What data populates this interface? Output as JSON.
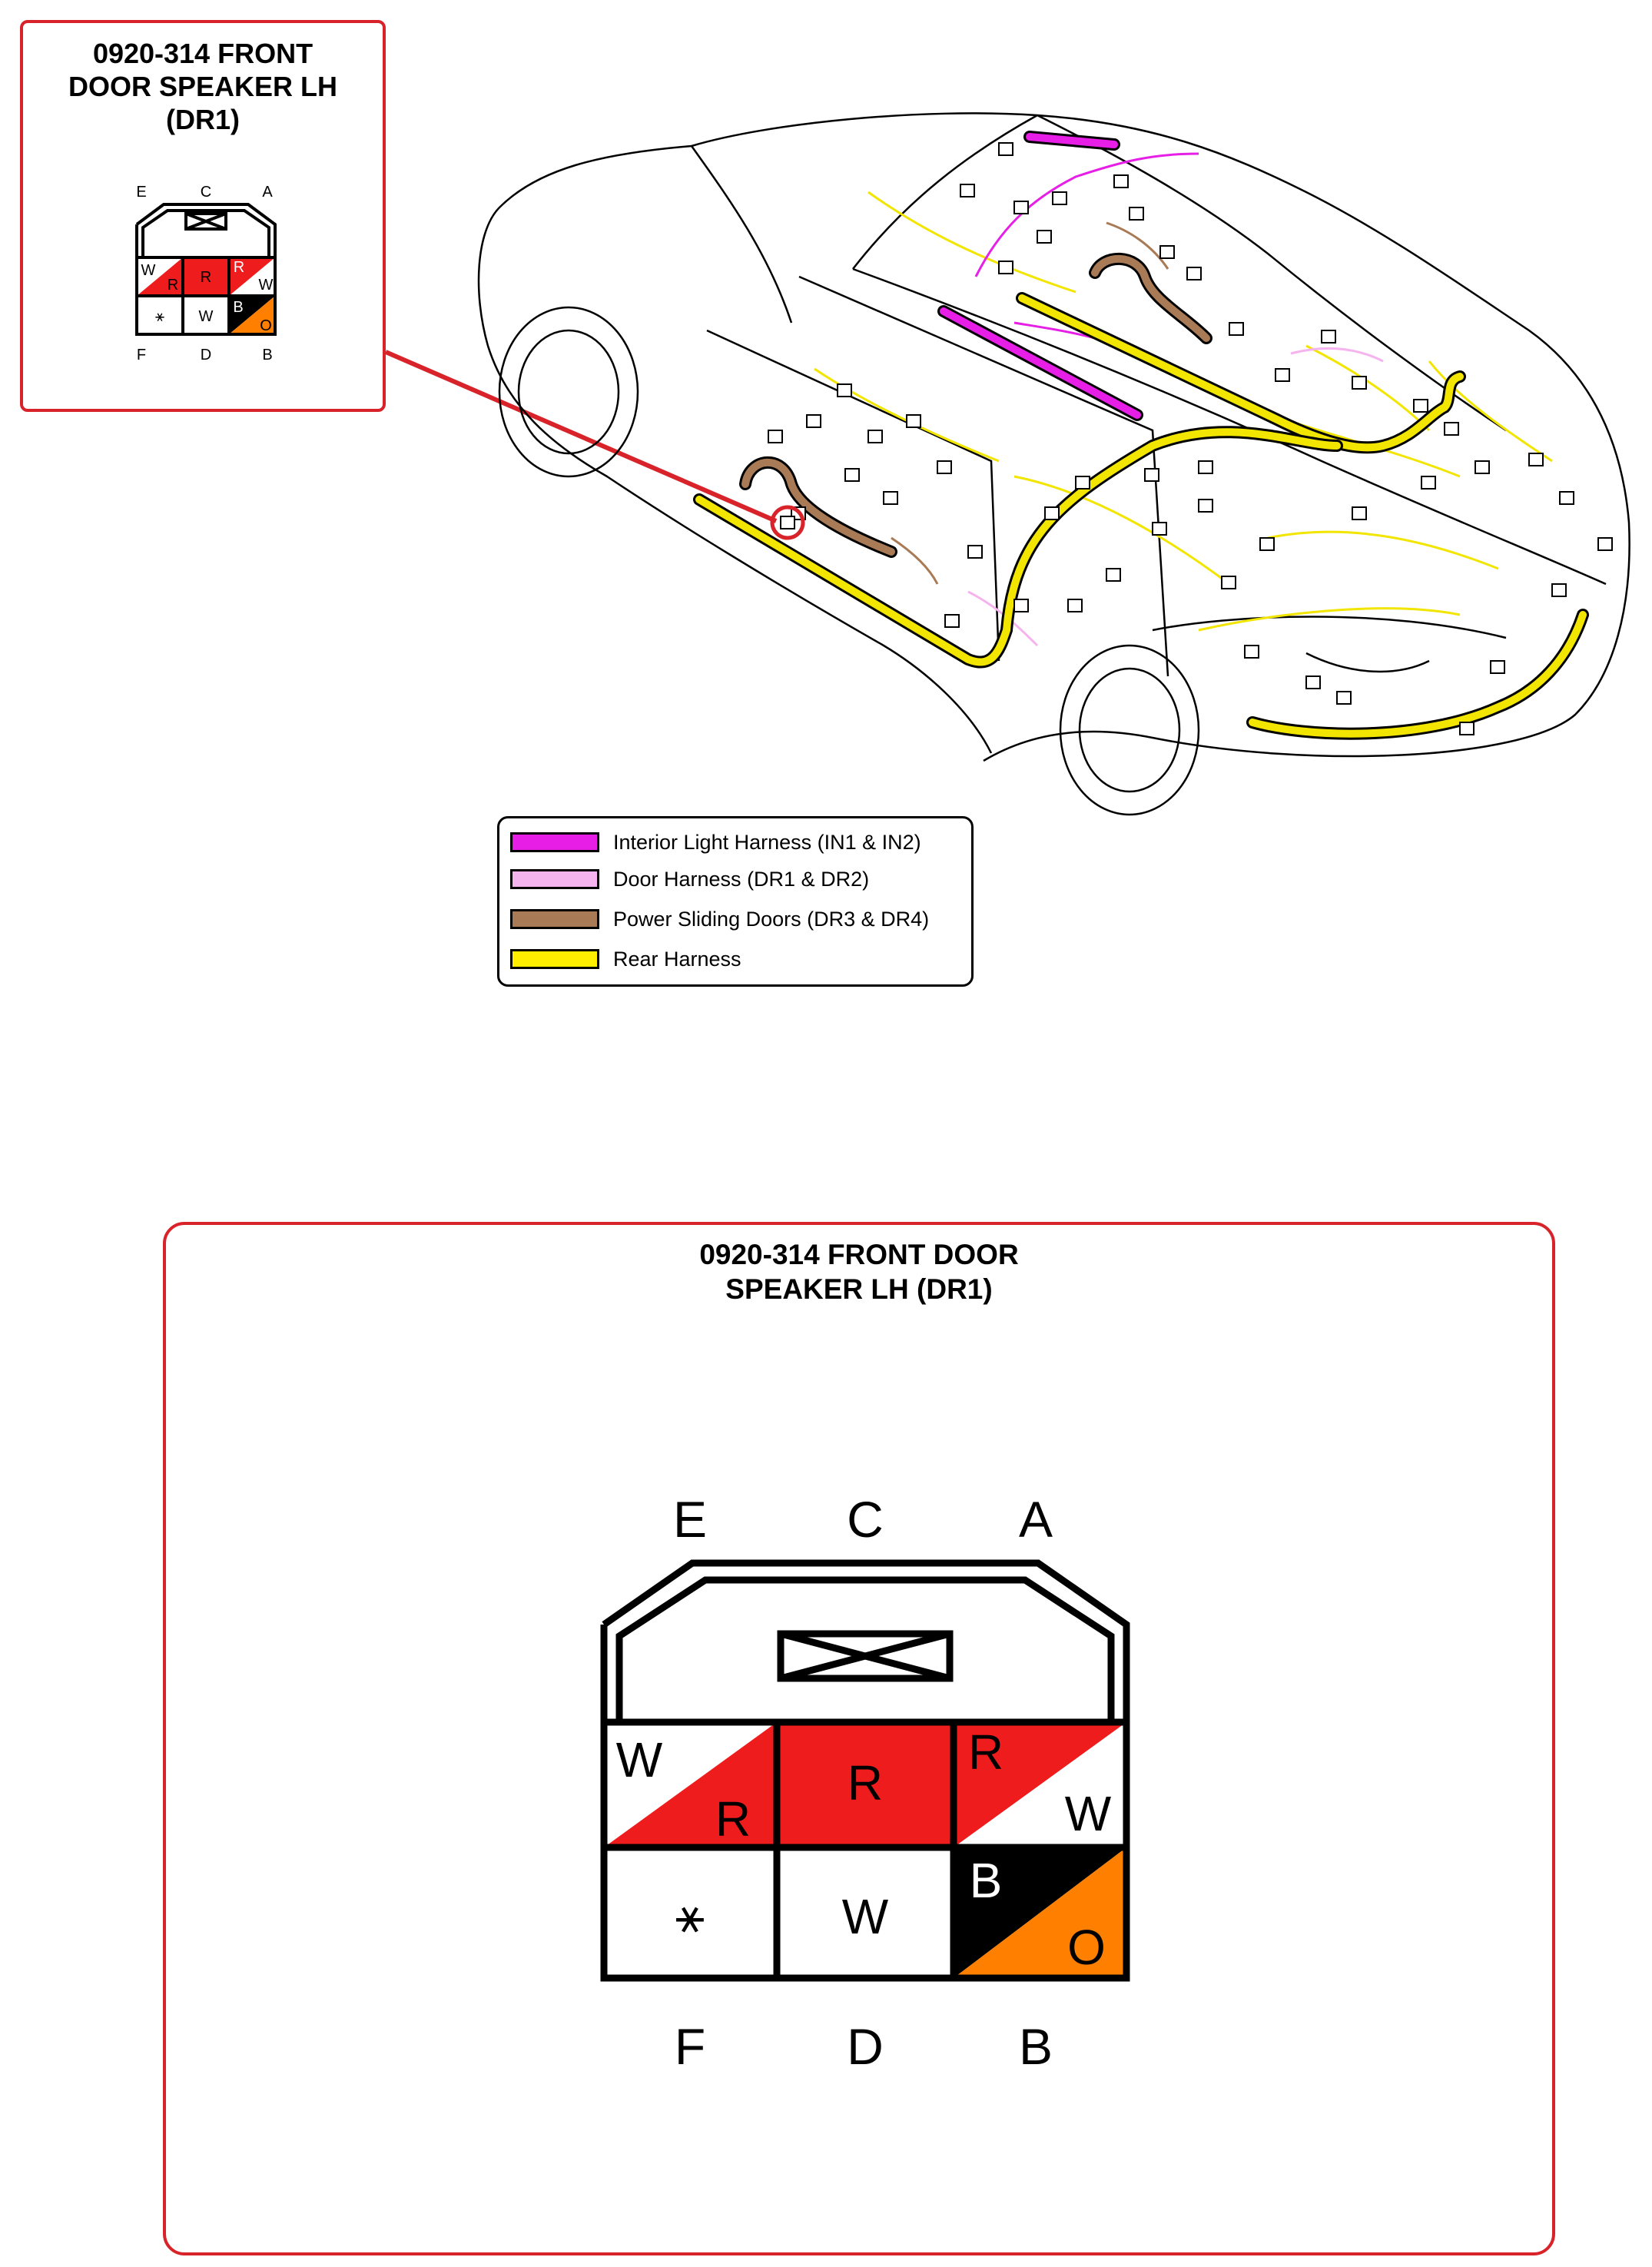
{
  "small_callout": {
    "title_lines": [
      "0920-314 FRONT",
      "DOOR SPEAKER LH",
      "(DR1)"
    ]
  },
  "big_callout": {
    "title_lines": [
      "0920-314 FRONT DOOR",
      "SPEAKER LH (DR1)"
    ]
  },
  "connector": {
    "top_labels": [
      "E",
      "C",
      "A"
    ],
    "bottom_labels": [
      "F",
      "D",
      "B"
    ],
    "cells": {
      "E": {
        "primary": "W",
        "secondary": "R"
      },
      "C": {
        "primary": "R"
      },
      "A": {
        "primary": "R",
        "secondary": "W"
      },
      "F": {
        "primary": "⚹"
      },
      "D": {
        "primary": "W"
      },
      "B": {
        "primary": "B",
        "secondary": "O"
      }
    }
  },
  "legend": {
    "items": [
      {
        "label": "Interior Light Harness (IN1 & IN2)",
        "color": "#e61ee6"
      },
      {
        "label": "Door Harness (DR1 & DR2)",
        "color": "#f5b4ee"
      },
      {
        "label": "Power Sliding Doors (DR3 & DR4)",
        "color": "#a87a55"
      },
      {
        "label": "Rear Harness",
        "color": "#ffee00"
      }
    ]
  },
  "colors": {
    "callout_border": "#d8232a",
    "wire_red": "#ee1c1c",
    "wire_black": "#000000",
    "wire_orange": "#ff7f00",
    "wire_white": "#ffffff"
  }
}
